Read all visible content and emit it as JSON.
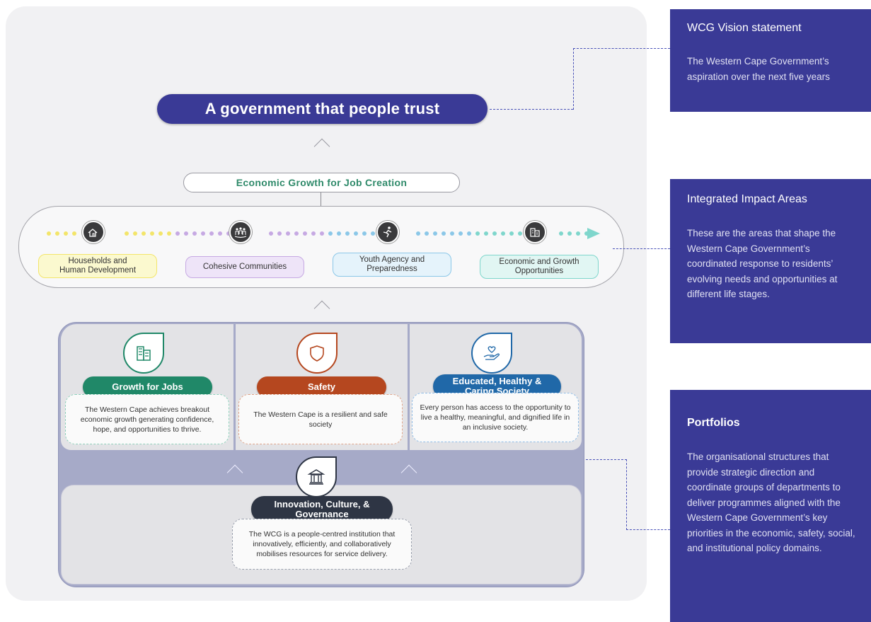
{
  "vision": {
    "title": "A government that people trust"
  },
  "economic_growth": {
    "label": "Economic Growth for Job Creation"
  },
  "impact_areas": [
    {
      "label": "Households and\nHuman Development",
      "color": "#f3e56a",
      "fill": "#fbf9cf"
    },
    {
      "label": "Cohesive Communities",
      "color": "#c6a9e3",
      "fill": "#eee4f8"
    },
    {
      "label": "Youth Agency and\nPreparedness",
      "color": "#8bc7e8",
      "fill": "#e5f3fb"
    },
    {
      "label": "Economic and Growth\nOpportunities",
      "color": "#7fd6cc",
      "fill": "#e1f6f3"
    }
  ],
  "portfolios": [
    {
      "title": "Growth for Jobs",
      "color": "#208868",
      "icon": "buildings-icon",
      "description": "The Western Cape achieves breakout economic growth generating confidence, hope, and opportunities to thrive."
    },
    {
      "title": "Safety",
      "color": "#b5471f",
      "icon": "shield-icon",
      "description": "The Western Cape is a resilient and safe society"
    },
    {
      "title": "Educated, Healthy & Caring Society",
      "color": "#2068a8",
      "icon": "heart-hand-icon",
      "description": "Every person has access to the opportunity to live a healthy, meaningful, and dignified life in an inclusive society."
    },
    {
      "title": "Innovation, Culture, & Governance",
      "color": "#2e3544",
      "icon": "institution-icon",
      "description": "The WCG is a people-centred institution that innovatively, efficiently, and collaboratively mobilises resources for service delivery."
    }
  ],
  "sidebar": {
    "vision": {
      "title": "WCG Vision statement",
      "body": "The Western Cape Government’s aspiration over the next five years"
    },
    "impact": {
      "title": "Integrated Impact Areas",
      "body": "These are the areas that shape the Western Cape Government’s coordinated response to residents’ evolving needs and opportunities at different life stages."
    },
    "portfolios": {
      "title": "Portfolios",
      "body": "The organisational structures that provide strategic direction and coordinate groups of departments to deliver programmes aligned with the Western Cape Government’s key priorities in the economic, safety, social, and institutional policy domains."
    }
  }
}
